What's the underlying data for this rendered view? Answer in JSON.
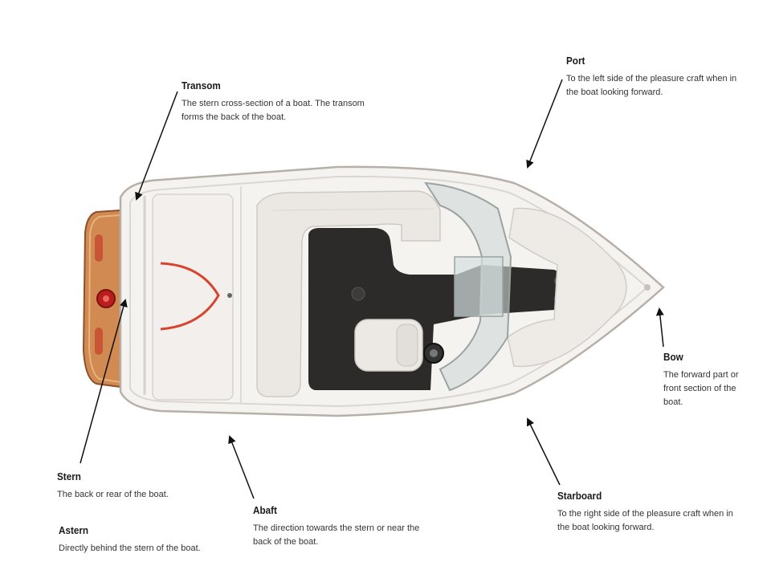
{
  "labels": {
    "transom": {
      "term": "Transom",
      "definition": "The stern cross-section of a boat. The transom forms the back of the boat."
    },
    "port": {
      "term": "Port",
      "definition": "To the left side of the pleasure craft when in the boat looking forward."
    },
    "bow": {
      "term": "Bow",
      "definition": "The forward part or front section of the boat."
    },
    "starboard": {
      "term": "Starboard",
      "definition": "To the right side of the pleasure craft when in the boat looking forward."
    },
    "abaft": {
      "term": "Abaft",
      "definition": "The direction towards the stern or near the back of the boat."
    },
    "stern": {
      "term": "Stern",
      "definition": "The back or rear of the boat."
    },
    "astern": {
      "term": "Astern",
      "definition": "Directly behind the stern of the boat."
    }
  },
  "colors": {
    "hull": "#f4f2ef",
    "hull_edge": "#b9b2ab",
    "swim_platform": "#c9824a",
    "accent_red": "#d8432e",
    "carpet": "#2b2a29",
    "windshield": "#c9d3d2"
  }
}
